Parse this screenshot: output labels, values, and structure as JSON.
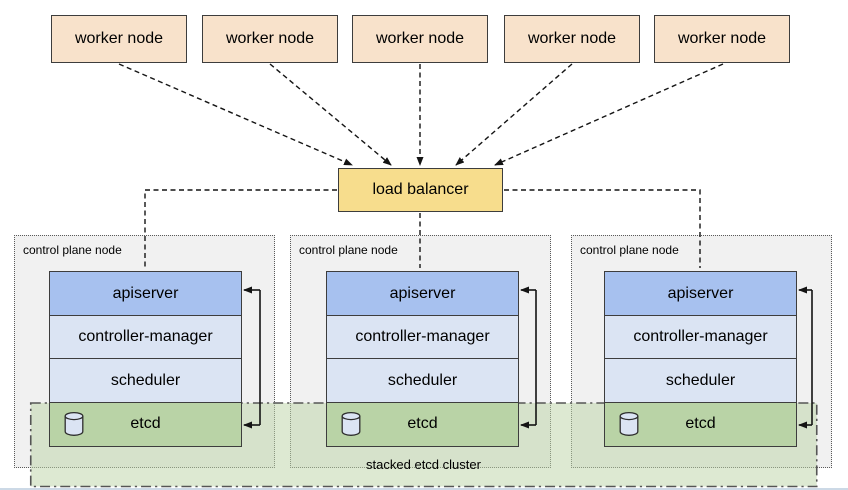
{
  "worker_nodes": [
    {
      "label": "worker node"
    },
    {
      "label": "worker node"
    },
    {
      "label": "worker node"
    },
    {
      "label": "worker node"
    },
    {
      "label": "worker node"
    }
  ],
  "load_balancer": {
    "label": "load balancer"
  },
  "control_plane_nodes": [
    {
      "label": "control plane node",
      "components": [
        {
          "name": "apiserver"
        },
        {
          "name": "controller-manager"
        },
        {
          "name": "scheduler"
        },
        {
          "name": "etcd"
        }
      ]
    },
    {
      "label": "control plane node",
      "components": [
        {
          "name": "apiserver"
        },
        {
          "name": "controller-manager"
        },
        {
          "name": "scheduler"
        },
        {
          "name": "etcd"
        }
      ]
    },
    {
      "label": "control plane node",
      "components": [
        {
          "name": "apiserver"
        },
        {
          "name": "controller-manager"
        },
        {
          "name": "scheduler"
        },
        {
          "name": "etcd"
        }
      ]
    }
  ],
  "stacked_etcd_cluster": {
    "label": "stacked etcd cluster"
  },
  "icons": {
    "etcd": "database-cylinder-icon"
  },
  "colors": {
    "worker_node_fill": "#f8e2cb",
    "load_balancer_fill": "#f7dd8d",
    "apiserver_fill": "#a7c1ef",
    "component_fill": "#dbe4f3",
    "etcd_fill": "#b9d3a6",
    "control_plane_fill": "#f1f1f1",
    "etcd_cluster_fill": "#bbd3a5",
    "connector": "#141414"
  }
}
